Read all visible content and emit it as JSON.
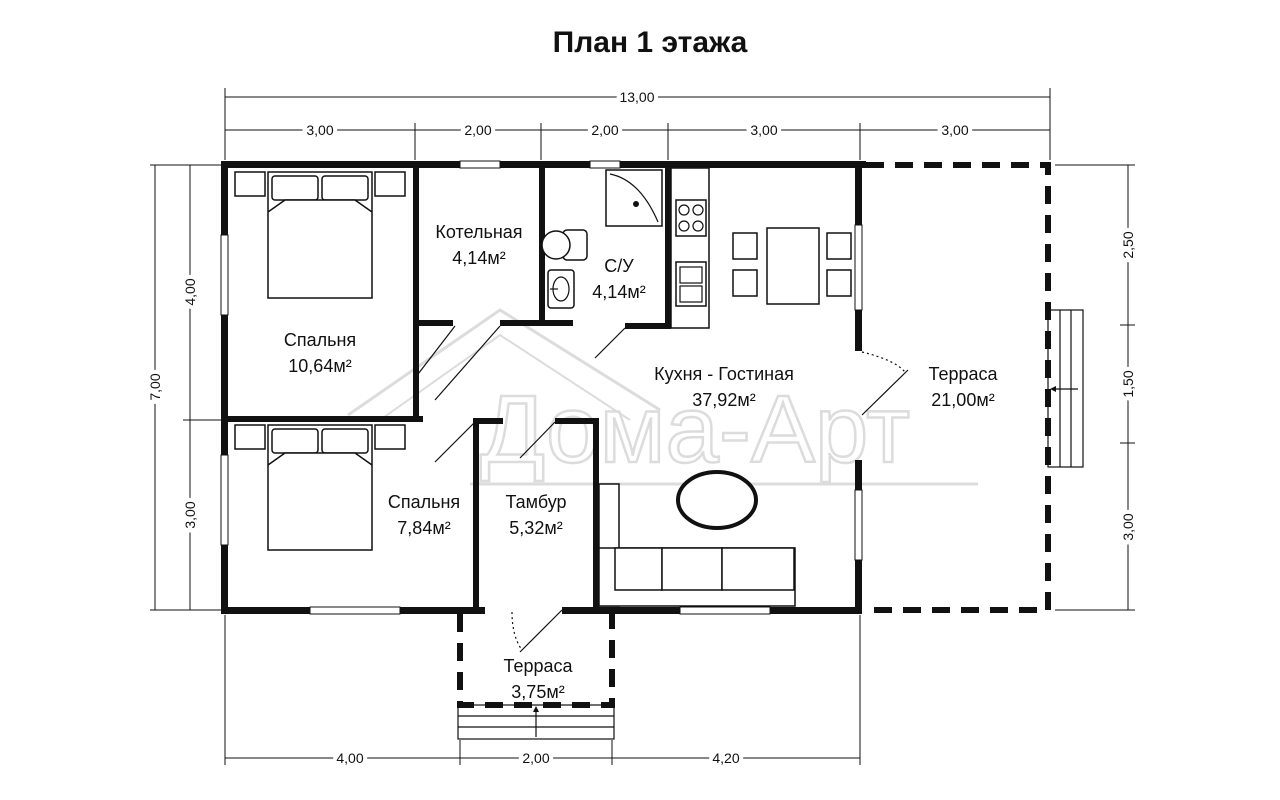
{
  "title": "План 1 этажа",
  "dimensions": {
    "top_total": "13,00",
    "top": [
      "3,00",
      "2,00",
      "2,00",
      "3,00",
      "3,00"
    ],
    "left_total": "7,00",
    "left": [
      "4,00",
      "3,00"
    ],
    "right": [
      "2,50",
      "1,50",
      "3,00"
    ],
    "bottom": [
      "4,00",
      "2,00",
      "4,20"
    ]
  },
  "rooms": {
    "bedroom1": {
      "name": "Спальня",
      "area": "10,64м²"
    },
    "boiler": {
      "name": "Котельная",
      "area": "4,14м²"
    },
    "bathroom": {
      "name": "С/У",
      "area": "4,14м²"
    },
    "kitchen": {
      "name": "Кухня - Гостиная",
      "area": "37,92м²"
    },
    "terrace_big": {
      "name": "Терраса",
      "area": "21,00м²"
    },
    "bedroom2": {
      "name": "Спальня",
      "area": "7,84м²"
    },
    "vestibule": {
      "name": "Тамбур",
      "area": "5,32м²"
    },
    "terrace_small": {
      "name": "Терраса",
      "area": "3,75м²"
    }
  },
  "watermark": "Дома-Арт",
  "colors": {
    "line": "#111111",
    "watermark": "#dcdcdc",
    "background": "#ffffff"
  }
}
